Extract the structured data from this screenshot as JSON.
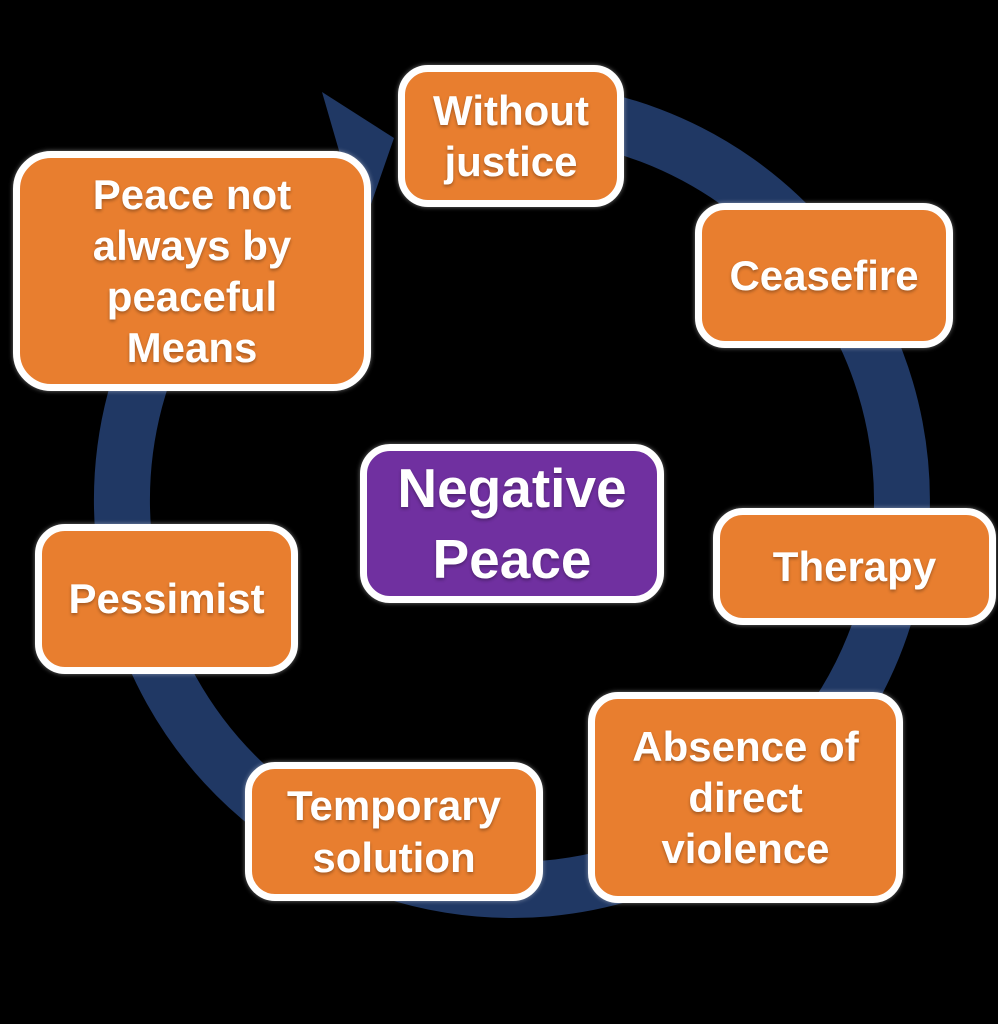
{
  "diagram": {
    "type": "cycle",
    "direction": "clockwise",
    "center": {
      "label": "Negative Peace"
    },
    "nodes": [
      {
        "id": "without-justice",
        "label": "Without justice",
        "position": "top"
      },
      {
        "id": "ceasefire",
        "label": "Ceasefire",
        "position": "top-right"
      },
      {
        "id": "therapy",
        "label": "Therapy",
        "position": "right"
      },
      {
        "id": "absence-of-direct-violence",
        "label": "Absence of direct violence",
        "position": "bottom-right"
      },
      {
        "id": "temporary-solution",
        "label": "Temporary solution",
        "position": "bottom"
      },
      {
        "id": "pessimist",
        "label": "Pessimist",
        "position": "left"
      },
      {
        "id": "peace-not-always-by-peaceful-means",
        "label": "Peace not always by peaceful Means",
        "position": "top-left"
      }
    ],
    "colors": {
      "node_fill": "#E87E2F",
      "center_fill": "#7030A0",
      "ring": "#203864",
      "box_border": "#FFFFFF",
      "text": "#FFFFFF",
      "background": "#000000"
    }
  }
}
